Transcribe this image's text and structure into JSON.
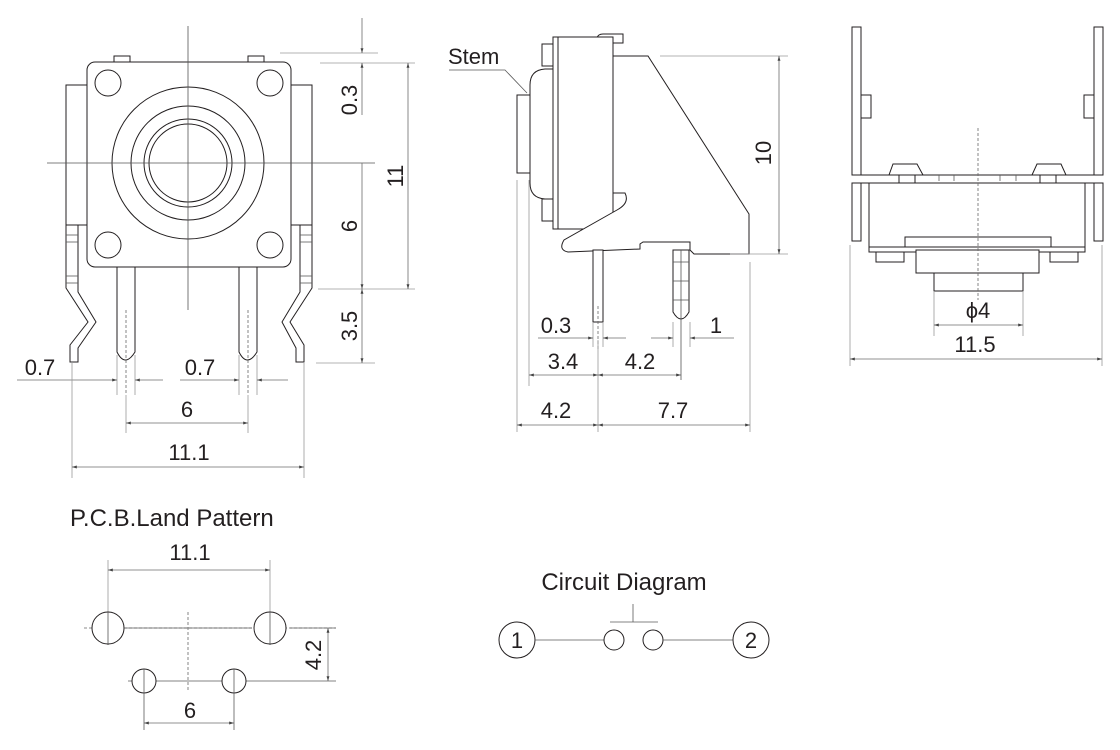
{
  "front_view": {
    "dims": {
      "top_gap": "0.3",
      "height_total": "11",
      "center_to_bottom": "6",
      "pin_length": "3.5",
      "pin_width_left": "0.7",
      "pin_width_right": "0.7",
      "pin_pitch": "6",
      "bracket_span": "11.1"
    }
  },
  "side_view": {
    "stem_label": "Stem",
    "dims": {
      "height": "10",
      "pin_width_a": "0.3",
      "pin_width_b": "1",
      "stem_to_pin1": "3.4",
      "pin1_to_pin2": "4.2",
      "face_to_pin1": "4.2",
      "pin1_to_back": "7.7"
    }
  },
  "rear_view": {
    "dims": {
      "stem_diameter": "ϕ4",
      "width": "11.5"
    }
  },
  "pcb_land_pattern": {
    "title": "P.C.B.Land Pattern",
    "dims": {
      "outer_span": "11.1",
      "row_offset": "4.2",
      "inner_pitch": "6"
    }
  },
  "circuit_diagram": {
    "title": "Circuit Diagram",
    "terminal_1": "1",
    "terminal_2": "2"
  }
}
